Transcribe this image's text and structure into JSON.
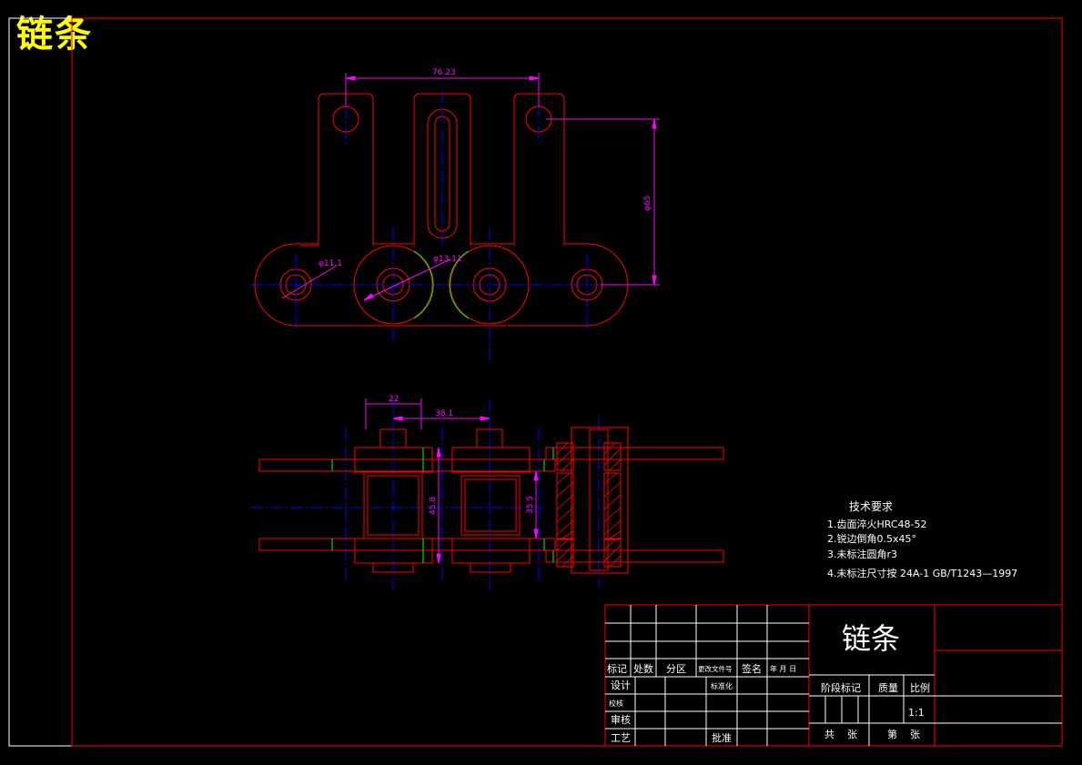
{
  "title": "链条",
  "dimensions": {
    "d_76_23": "76.23",
    "d_phi65": "φ65",
    "d_phi11_1": "φ11.1",
    "d_phi13_11": "φ13.11",
    "d_22": "22",
    "d_38_1": "38.1",
    "d_45_8": "45.8",
    "d_35_5": "35.5"
  },
  "tech_requirements": {
    "heading": "技术要求",
    "items": [
      "1.齿面淬火HRC48-52",
      "2.锐边倒角0.5x45°",
      "3.未标注圆角r3",
      "4.未标注尺寸按 24A-1 GB/T1243—1997"
    ]
  },
  "title_block": {
    "drawing_name": "链条",
    "row_biaoji": "标记",
    "row_chushu": "处数",
    "row_fenqu": "分区",
    "row_gengai": "更改文件号",
    "row_qianming": "签名",
    "row_date": "年 月 日",
    "sheji": "设计",
    "biaozhunhua": "标准化",
    "jiaohe": "校核",
    "shenhe": "审核",
    "gongyi": "工艺",
    "pizhun": "批准",
    "jieduan": "阶段标记",
    "zhiliang": "质量",
    "bili": "比例",
    "scale": "1:1",
    "gong": "共",
    "zhang1": "张",
    "di": "第",
    "zhang2": "张"
  },
  "colors": {
    "background": "#000000",
    "outline": "#ff0000",
    "centerline": "#0000ff",
    "dimension": "#ff00ff",
    "hidden": "#00ff00",
    "text": "#ffffff",
    "title": "#ffff00"
  }
}
